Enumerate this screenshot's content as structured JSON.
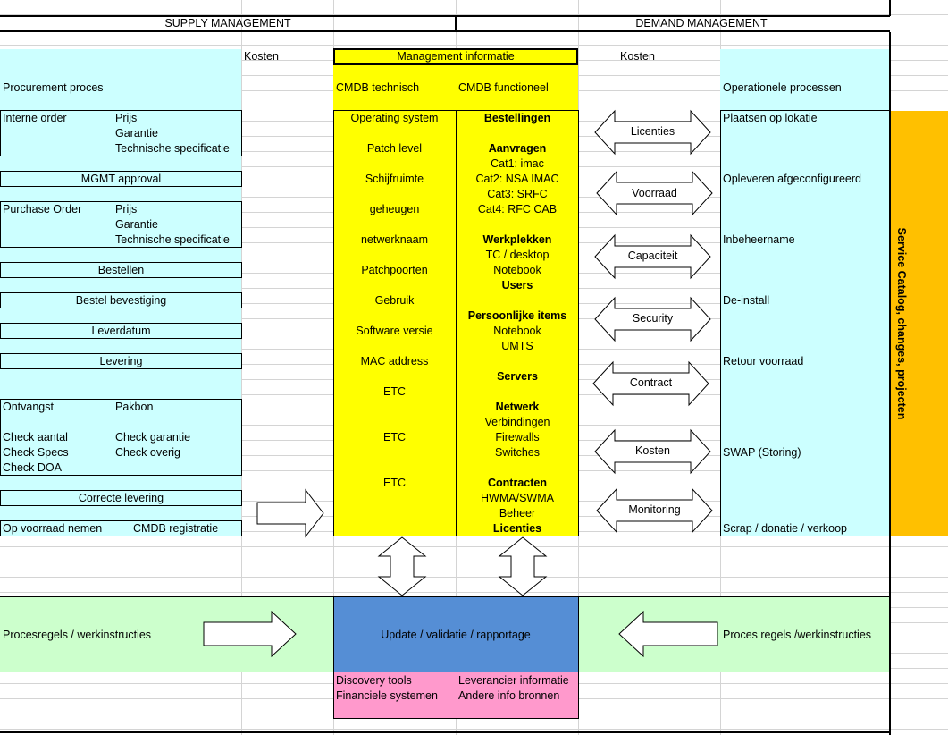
{
  "header": {
    "supply": "SUPPLY MANAGEMENT",
    "demand": "DEMAND MANAGEMENT"
  },
  "top": {
    "kosten_left": "Kosten",
    "management_info": "Management informatie",
    "kosten_right": "Kosten",
    "procurement": "Procurement proces",
    "cmdb_technisch": "CMDB technisch",
    "cmdb_functioneel": "CMDB functioneel",
    "operationele": "Operationele processen"
  },
  "supply": {
    "interne_order": "Interne order",
    "prijs": "Prijs",
    "garantie": "Garantie",
    "tech_spec": "Technische specificatie",
    "mgmt_approval": "MGMT approval",
    "purchase_order": "Purchase Order",
    "po_prijs": "Prijs",
    "po_garantie": "Garantie",
    "po_tech_spec": "Technische specificatie",
    "bestellen": "Bestellen",
    "bestel_bevestiging": "Bestel bevestiging",
    "leverdatum": "Leverdatum",
    "levering": "Levering",
    "ontvangst": "Ontvangst",
    "pakbon": "Pakbon",
    "check_aantal": "Check aantal",
    "check_garantie": "Check garantie",
    "check_specs": "Check Specs",
    "check_overig": "Check overig",
    "check_doa": "Check DOA",
    "correcte_levering": "Correcte levering",
    "op_voorraad": "Op voorraad nemen",
    "cmdb_registratie": "CMDB registratie"
  },
  "cmdb_tech": [
    "Operating system",
    "Patch level",
    "Schijfruimte",
    "geheugen",
    "netwerknaam",
    "Patchpoorten",
    "Gebruik",
    "Software versie",
    "MAC address",
    "ETC",
    "ETC",
    "ETC"
  ],
  "cmdb_func": {
    "bestellingen": "Bestellingen",
    "aanvragen": "Aanvragen",
    "cat1": "Cat1: imac",
    "cat2": "Cat2: NSA IMAC",
    "cat3": "Cat3: SRFC",
    "cat4": "Cat4: RFC CAB",
    "werkplekken": "Werkplekken",
    "tc_desktop": "TC / desktop",
    "notebook": "Notebook",
    "users": "Users",
    "persoonlijke": "Persoonlijke items",
    "notebook2": "Notebook",
    "umts": "UMTS",
    "servers": "Servers",
    "netwerk": "Netwerk",
    "verbindingen": "Verbindingen",
    "firewalls": "Firewalls",
    "switches": "Switches",
    "contracten": "Contracten",
    "hwma": "HWMA/SWMA",
    "beheer": "Beheer",
    "licenties": "Licenties"
  },
  "arrows": [
    "Licenties",
    "Voorraad",
    "Capaciteit",
    "Security",
    "Contract",
    "Kosten",
    "Monitoring"
  ],
  "demand": {
    "plaatsen": "Plaatsen op lokatie",
    "opleveren": "Opleveren afgeconfigureerd",
    "inbeheername": "Inbeheername",
    "deinstall": "De-install",
    "retour": "Retour voorraad",
    "swap": "SWAP (Storing)",
    "scrap": "Scrap / donatie / verkoop"
  },
  "service_catalog": "Service Catalog, changes, projecten",
  "bottom": {
    "procesregels": "Procesregels  / werkinstructies",
    "update": "Update / validatie / rapportage",
    "proces_regels_right": "Proces regels  /werkinstructies",
    "discovery": "Discovery tools",
    "leverancier": "Leverancier informatie",
    "financiele": "Financiele systemen",
    "andere": "Andere info bronnen"
  },
  "colors": {
    "cyan": "#ccffff",
    "yellow": "#ffff00",
    "green": "#ccffcc",
    "blue": "#558ed5",
    "pink": "#ff99cc",
    "orange": "#ffc000"
  }
}
